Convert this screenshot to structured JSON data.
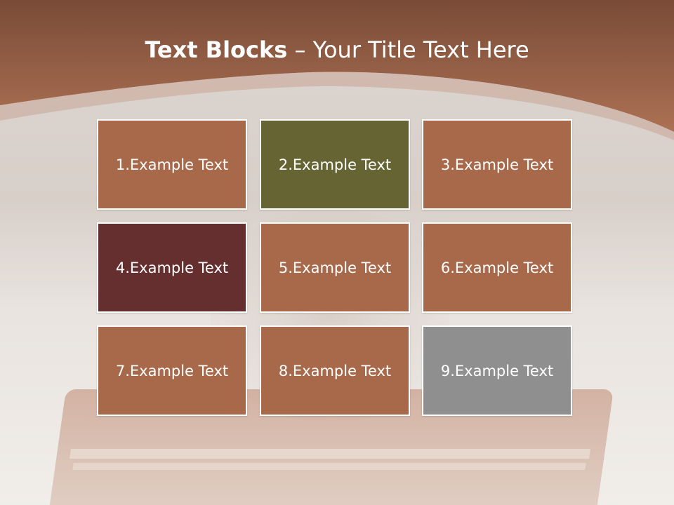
{
  "title": {
    "bold": "Text Blocks",
    "separator": " – ",
    "normal": "Your Title Text Here"
  },
  "colors": {
    "header_top": "#7d4e3a",
    "header_bottom": "#a96f52",
    "block_default": "#a8694b",
    "block_olive": "#666433",
    "block_maroon": "#652f2f",
    "block_gray": "#8f8f8f"
  },
  "blocks": [
    {
      "label": "1.Example Text",
      "color": "#a8694b"
    },
    {
      "label": "2.Example Text",
      "color": "#666433"
    },
    {
      "label": "3.Example Text",
      "color": "#a8694b"
    },
    {
      "label": "4.Example Text",
      "color": "#652f2f"
    },
    {
      "label": "5.Example Text",
      "color": "#a8694b"
    },
    {
      "label": "6.Example Text",
      "color": "#a8694b"
    },
    {
      "label": "7.Example Text",
      "color": "#a8694b"
    },
    {
      "label": "8.Example Text",
      "color": "#a8694b"
    },
    {
      "label": "9.Example Text",
      "color": "#8f8f8f"
    }
  ]
}
